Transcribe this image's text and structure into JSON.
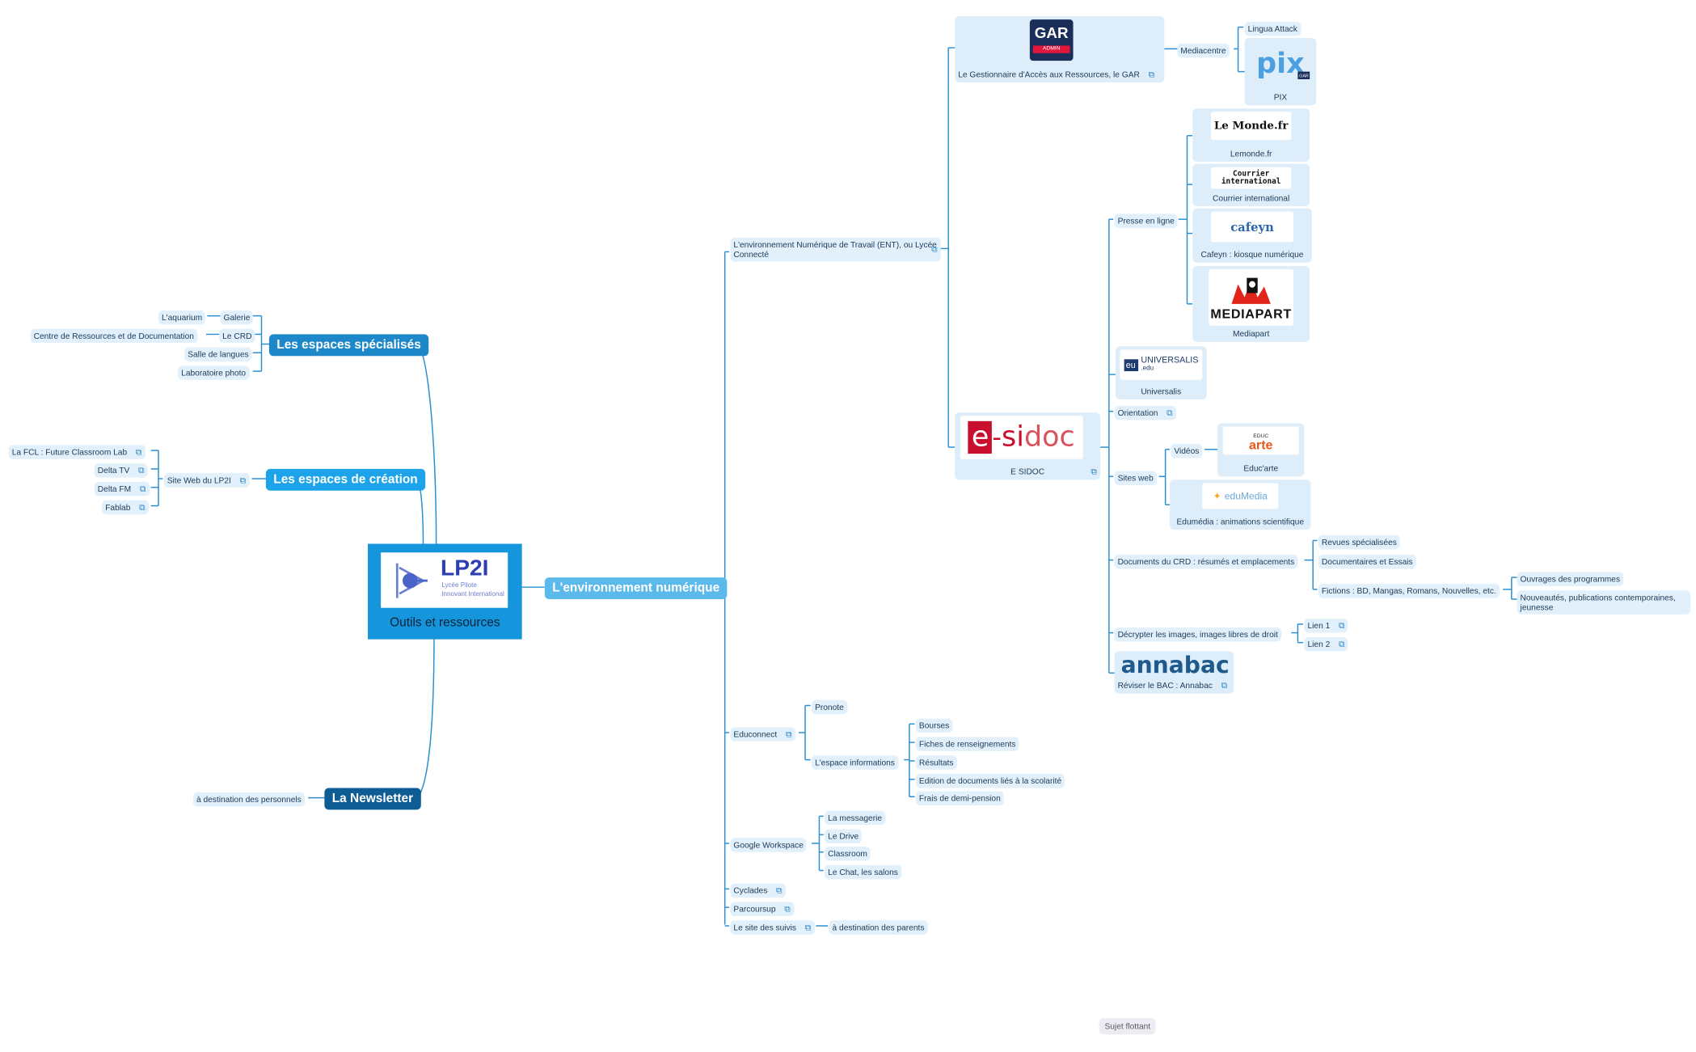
{
  "root": {
    "logo_text": "LP2I",
    "logo_sub1": "Lycée Pilote",
    "logo_sub2": "Innovant International",
    "label": "Outils et ressources"
  },
  "colors": {
    "root": "#1595dc",
    "level1_a": "#1c87c9",
    "level1_b": "#1ca3ea",
    "level1_c": "#5bb9ec",
    "level1_d": "#0d5c93",
    "node_bg": "#e1f0fa",
    "link": "#2a8fd0"
  },
  "espaces_specialises": {
    "label": "Les espaces spécialisés",
    "galerie": "Galerie",
    "aquarium": "L'aquarium",
    "crd": "Le CRD",
    "crd_full": "Centre de Ressources et de Documentation",
    "langues": "Salle de langues",
    "photo": "Laboratoire photo"
  },
  "espaces_creation": {
    "label": "Les espaces de création",
    "site": "Site Web du LP2I",
    "fcl": "La FCL : Future Classroom Lab",
    "delta_tv": "Delta TV",
    "delta_fm": "Delta FM",
    "fablab": "Fablab"
  },
  "newsletter": {
    "label": "La Newsletter",
    "personnels": "à destination des personnels"
  },
  "env": {
    "label": "L'environnement numérique",
    "ent": "L'environnement Numérique de Travail (ENT), ou Lycée Connecté",
    "gar": {
      "logo": "GAR",
      "logo_sub": "ADMIN",
      "caption": "Le Gestionnaire d'Accès aux Ressources, le GAR",
      "mediacentre": "Mediacentre",
      "lingua": "Lingua Attack",
      "pix_logo": "pix",
      "pix_badge": "GAR",
      "pix": "PIX"
    },
    "esidoc": {
      "logo_e": "e",
      "logo_dash": "-",
      "logo_si": "si",
      "logo_doc": "doc",
      "caption": "E SIDOC"
    },
    "presse": {
      "label": "Presse en ligne",
      "lemonde_logo": "Le Monde.fr",
      "lemonde": "Lemonde.fr",
      "courrier_logo1": "Courrier",
      "courrier_logo2": "international",
      "courrier": "Courrier international",
      "cafeyn_logo": "cafeyn",
      "cafeyn": "Cafeyn : kiosque numérique",
      "mediapart_logo": "MEDIAPART",
      "mediapart": "Mediapart"
    },
    "universalis": {
      "logo_eu": "eu",
      "logo": "UNIVERSALIS",
      "logo_sub": ".edu",
      "caption": "Universalis"
    },
    "orientation": "Orientation",
    "sites": {
      "label": "Sites web",
      "videos": "Vidéos",
      "educarte_logo_sm": "EDUC",
      "educarte_logo": "arte",
      "educarte": "Educ'arte",
      "edumedia_logo": "eduMedia",
      "edumedia": "Edumédia : animations scientifique"
    },
    "crd_docs": {
      "label": "Documents du CRD : résumés et emplacements",
      "revues": "Revues spécialisées",
      "docs": "Documentaires et Essais",
      "fictions": "Fictions : BD, Mangas, Romans, Nouvelles, etc.",
      "ouvrages": "Ouvrages des programmes",
      "nouveautes": "Nouveautés, publications contemporaines, jeunesse"
    },
    "images": {
      "label": "Décrypter les images, images libres de droit",
      "lien1": "Lien 1",
      "lien2": "Lien 2"
    },
    "annabac": {
      "logo": "annabac",
      "caption": "Réviser le BAC : Annabac"
    },
    "educonnect": {
      "label": "Educonnect",
      "pronote": "Pronote",
      "espace": "L'espace informations",
      "bourses": "Bourses",
      "fiches": "Fiches de renseignements",
      "resultats": "Résultats",
      "edition": "Edition de documents liés à la scolarité",
      "frais": "Frais de demi-pension"
    },
    "google": {
      "label": "Google Workspace",
      "messagerie": "La messagerie",
      "drive": "Le Drive",
      "classroom": "Classroom",
      "chat": "Le Chat, les salons"
    },
    "cyclades": "Cyclades",
    "parcoursup": "Parcoursup",
    "suivis": "Le site des suivis",
    "parents": "à destination des parents"
  },
  "floating": "Sujet flottant",
  "icons": {
    "external_link": "external-link-icon",
    "root_logo": "lp2i-logo-icon"
  }
}
